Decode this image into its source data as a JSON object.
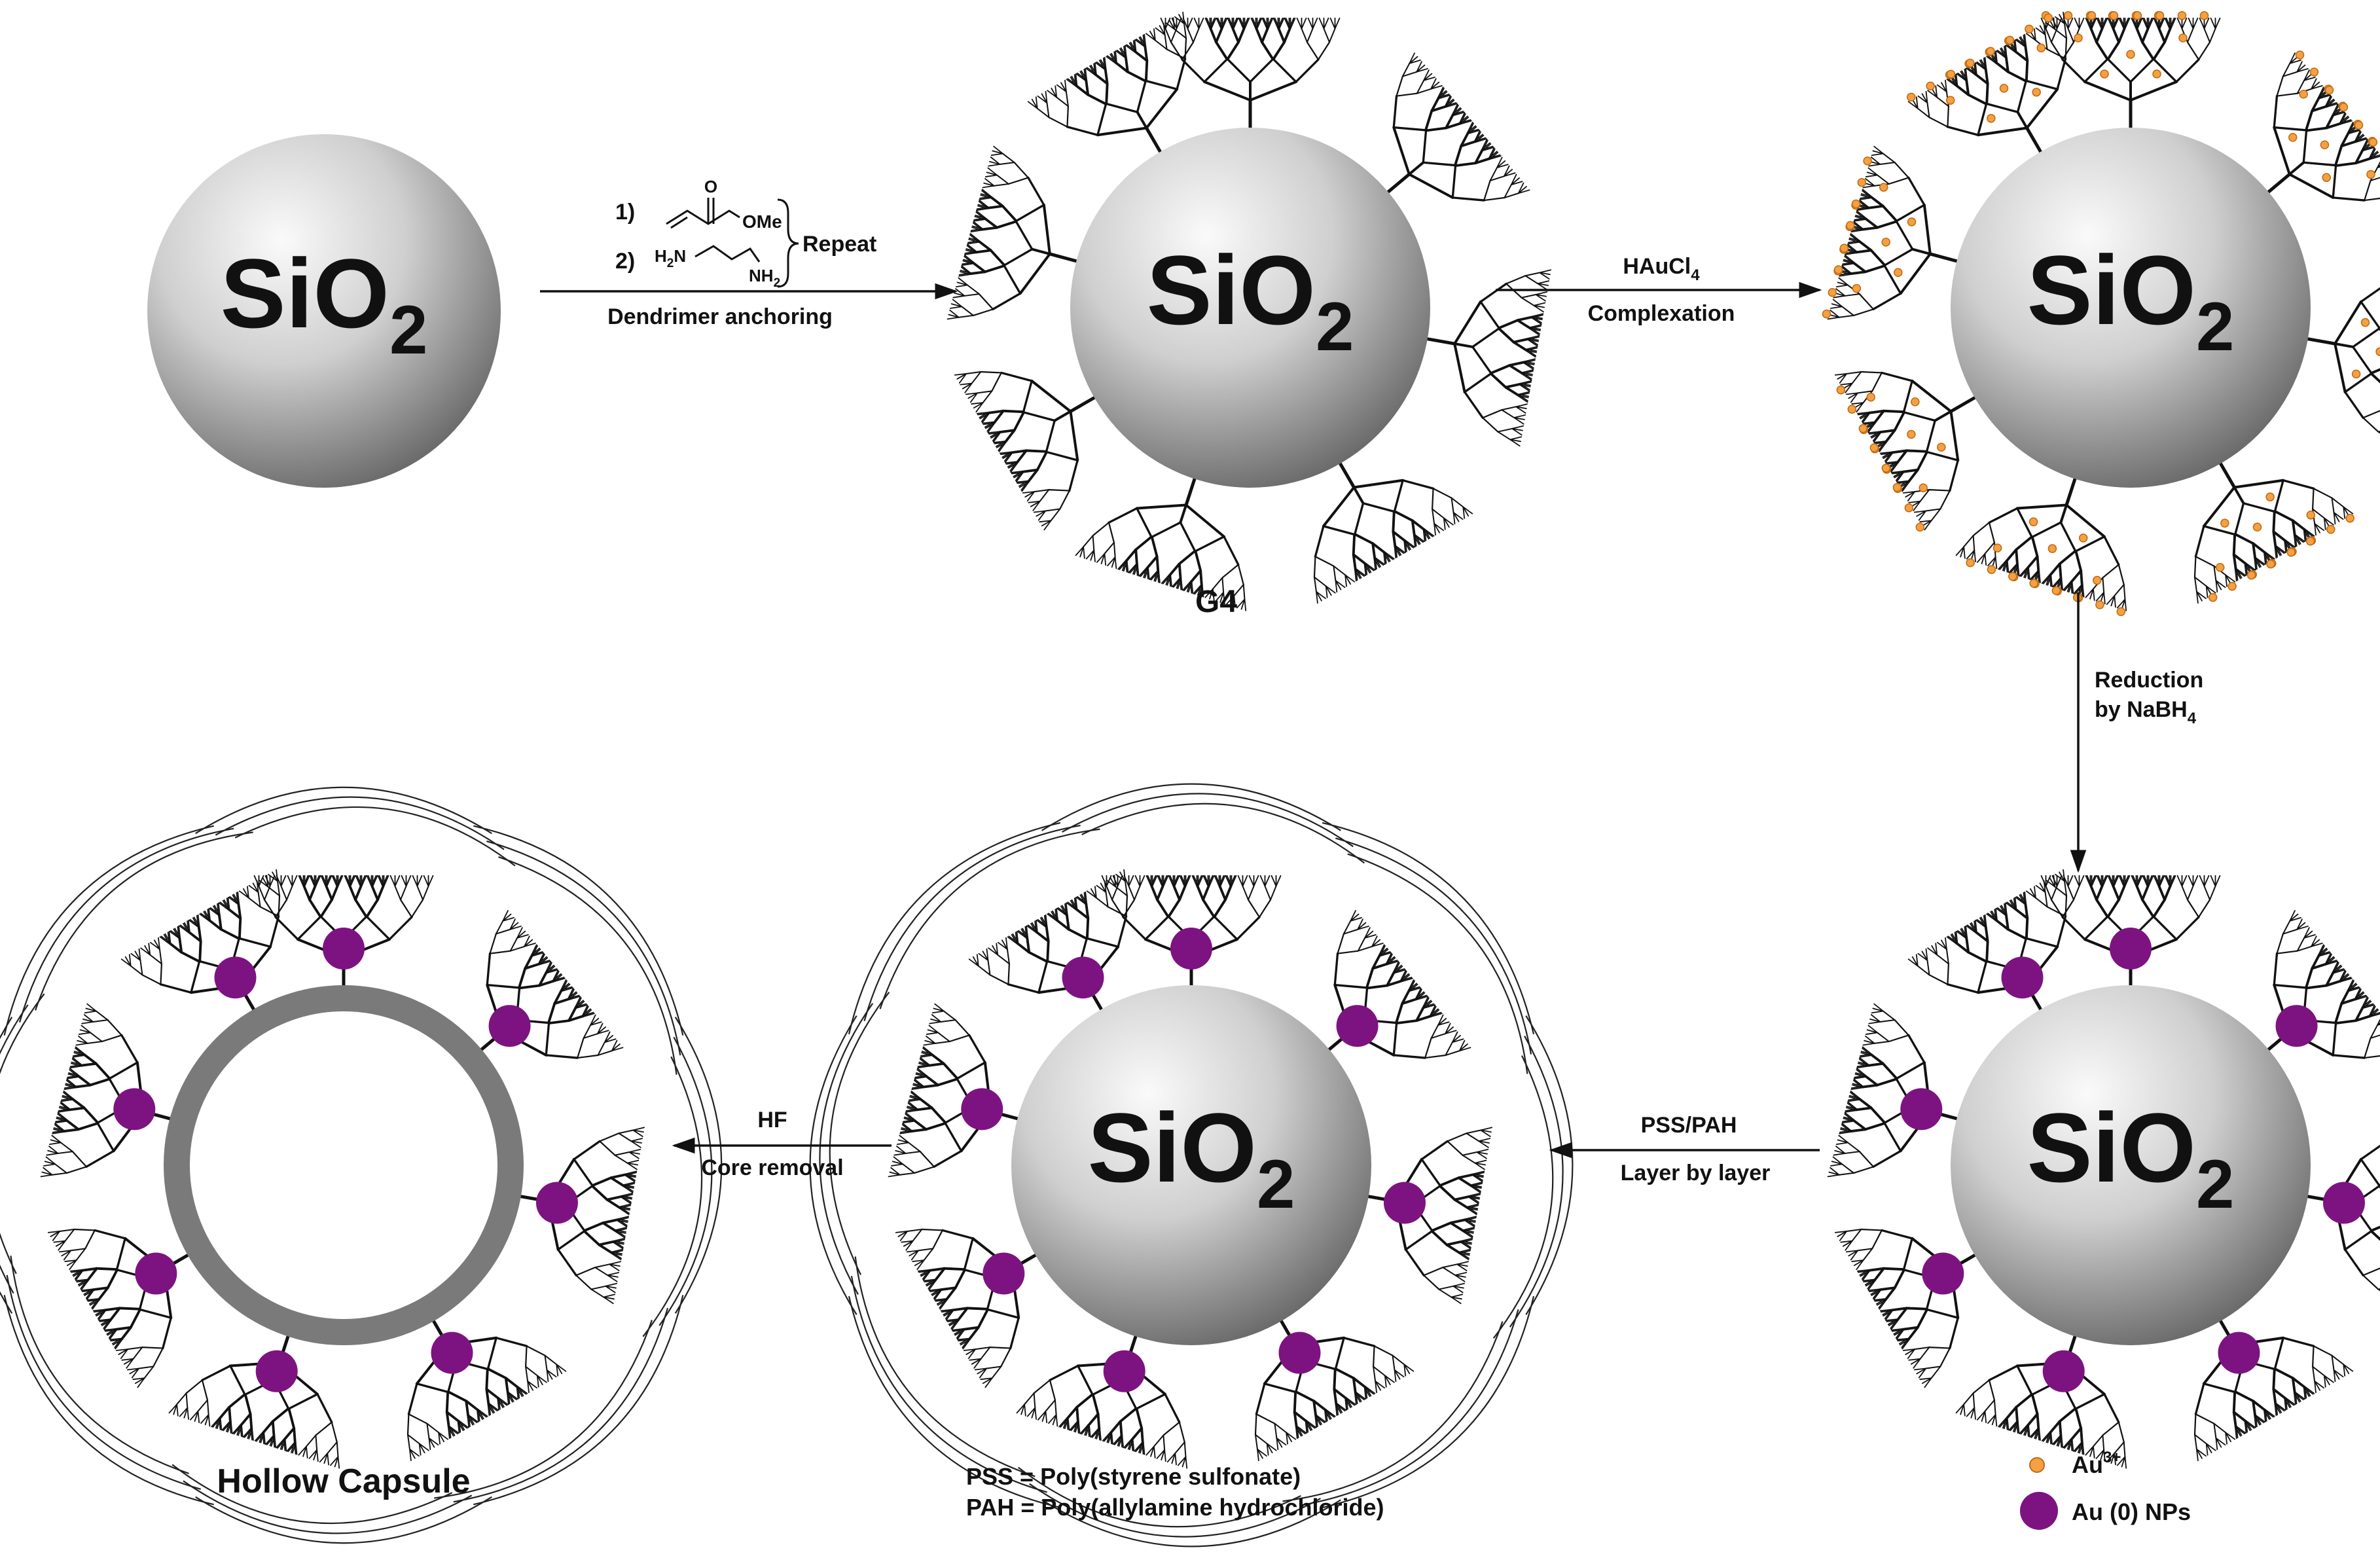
{
  "colors": {
    "sphere_light": "#fafafa",
    "sphere_dark": "#5e5e5e",
    "dendrimer": "#111111",
    "au3_ion": "#f5a042",
    "au_np": "#7d1380",
    "shell": "#7a7a7a",
    "arrow": "#111111"
  },
  "icons": {
    "sphere": "silica-sphere-icon",
    "dendrimer": "dendrimer-wedge-icon",
    "ion": "orange-dot-icon",
    "nanoparticle": "purple-dot-icon"
  },
  "particles": {
    "p1": {
      "core_main": "SiO",
      "core_sub": "2"
    },
    "p2": {
      "core_main": "SiO",
      "core_sub": "2",
      "label": "G4"
    },
    "p3": {
      "core_main": "SiO",
      "core_sub": "2"
    },
    "p4": {
      "core_main": "SiO",
      "core_sub": "2"
    },
    "p5": {
      "core_main": "SiO",
      "core_sub": "2"
    },
    "p6": {
      "label": "Hollow Capsule"
    }
  },
  "step1": {
    "item1_num": "1)",
    "item2_num": "2)",
    "ome": "OMe",
    "o_atom": "O",
    "h2n_main": "H",
    "h2n_sub": "2",
    "h2n_tail": "N",
    "nh2_main": "NH",
    "nh2_sub": "2",
    "repeat": "Repeat",
    "below": "Dendrimer anchoring"
  },
  "step2": {
    "above_main": "HAuCl",
    "above_sub": "4",
    "below": "Complexation"
  },
  "step3": {
    "line1": "Reduction",
    "line2_main": "by NaBH",
    "line2_sub": "4"
  },
  "step4": {
    "above": "PSS/PAH",
    "below": "Layer by layer"
  },
  "step5": {
    "above": "HF",
    "below": "Core removal"
  },
  "notes": {
    "pss": "PSS = Poly(styrene sulfonate)",
    "pah": "PAH = Poly(allylamine hydrochloride)"
  },
  "legend": {
    "au3_main": "Au",
    "au3_sup": "3+",
    "au0": "Au (0) NPs"
  }
}
